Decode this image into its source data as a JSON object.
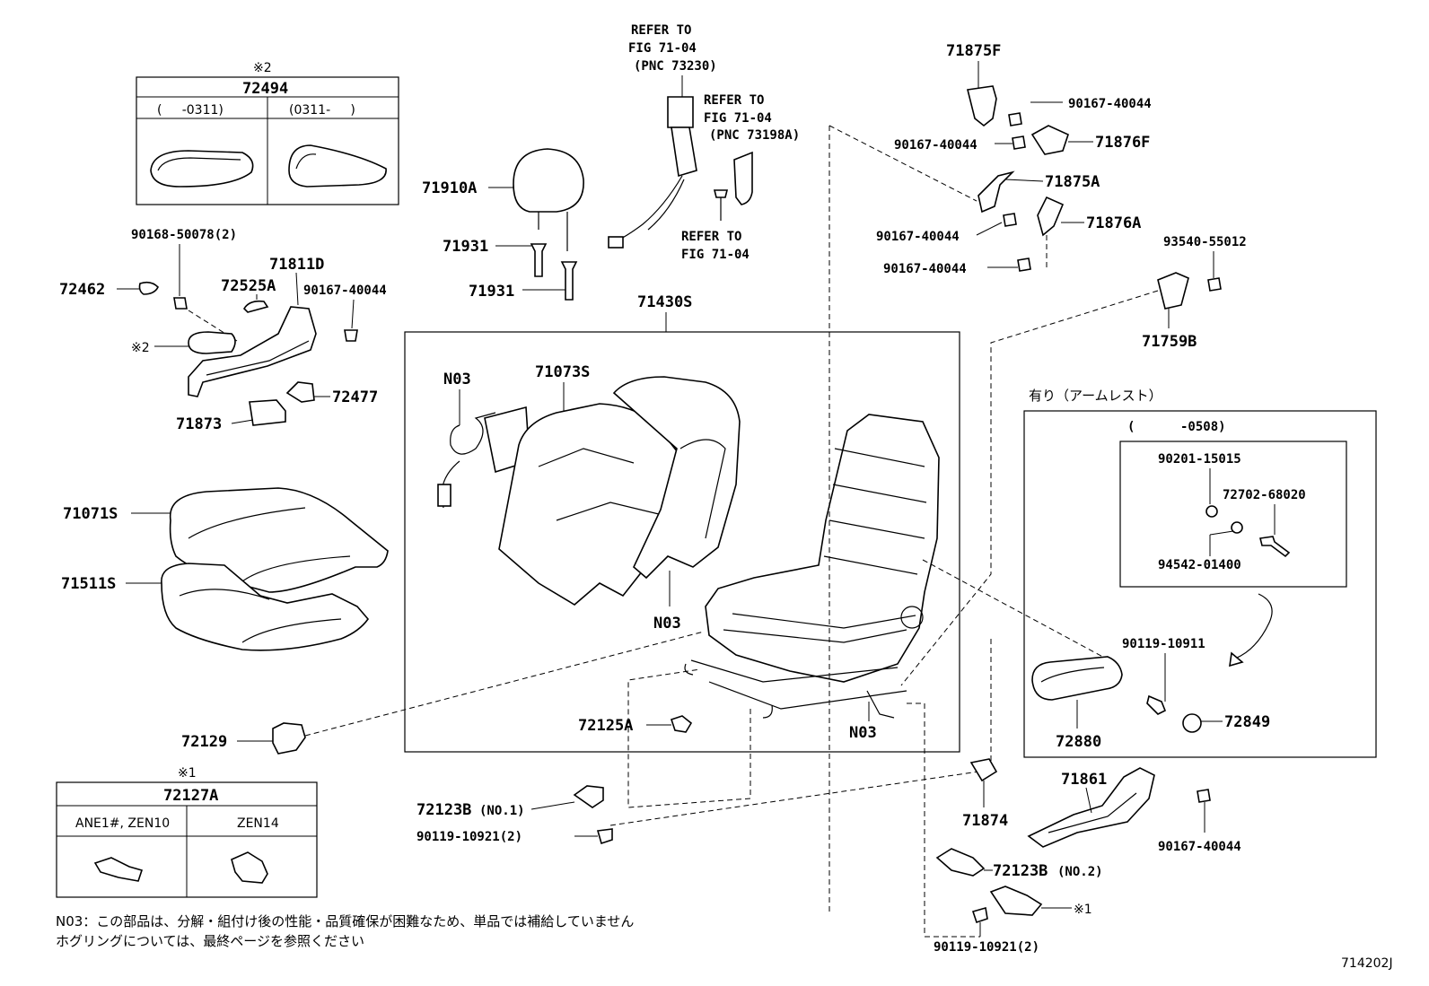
{
  "refs": {
    "seatbelt_1": [
      "REFER TO",
      "FIG 71-04",
      "(PNC 73230)"
    ],
    "seatbelt_2": [
      "REFER TO",
      "FIG 71-04",
      "(PNC 73198A)"
    ],
    "seatbelt_3": [
      "REFER TO",
      "FIG 71-04"
    ]
  },
  "box_72494": {
    "mark": "※2",
    "part": "72494",
    "col1": "(     -0311)",
    "col2": "(0311-     )"
  },
  "box_72127a": {
    "mark": "※1",
    "part": "72127A",
    "col1": "ANE1#, ZEN10",
    "col2": "ZEN14"
  },
  "box_71430s": {
    "part": "71430S"
  },
  "armrest": {
    "title": "有り（アームレスト）",
    "sub": "(      -0508)"
  },
  "parts": {
    "p71910a": "71910A",
    "p71931a": "71931",
    "p71931b": "71931",
    "p90168": "90168-50078(2)",
    "p72462": "72462",
    "p71811d": "71811D",
    "p72525a": "72525A",
    "p90167_left": "90167-40044",
    "p_mark2": "※2",
    "p72477": "72477",
    "p71873": "71873",
    "p71071s": "71071S",
    "p71511s": "71511S",
    "p72129": "72129",
    "pN03_a": "N03",
    "p71073s": "71073S",
    "pN03_b": "N03",
    "pN03_c": "N03",
    "p72125a": "72125A",
    "p72123b1": "72123B",
    "p72123b1_note": "(NO.1)",
    "p90119_l": "90119-10921(2)",
    "p71875f": "71875F",
    "p90167_r1": "90167-40044",
    "p90167_r2": "90167-40044",
    "p71876f": "71876F",
    "p71875a": "71875A",
    "p90167_r3": "90167-40044",
    "p71876a": "71876A",
    "p90167_r4": "90167-40044",
    "p93540": "93540-55012",
    "p71759b": "71759B",
    "p90201": "90201-15015",
    "p72702": "72702-68020",
    "p94542": "94542-01400",
    "p90119_10911": "90119-10911",
    "p72880": "72880",
    "p72849": "72849",
    "p71874": "71874",
    "p71861": "71861",
    "p90167_r5": "90167-40044",
    "p72123b2": "72123B",
    "p72123b2_note": "(NO.2)",
    "p_mark1": "※1",
    "p90119_r": "90119-10921(2)"
  },
  "notes": {
    "line1": "N03：この部品は、分解・組付け後の性能・品質確保が困難なため、単品では補給していません",
    "line2": "ホグリングについては、最終ページを参照ください"
  },
  "figure_id": "714202J"
}
